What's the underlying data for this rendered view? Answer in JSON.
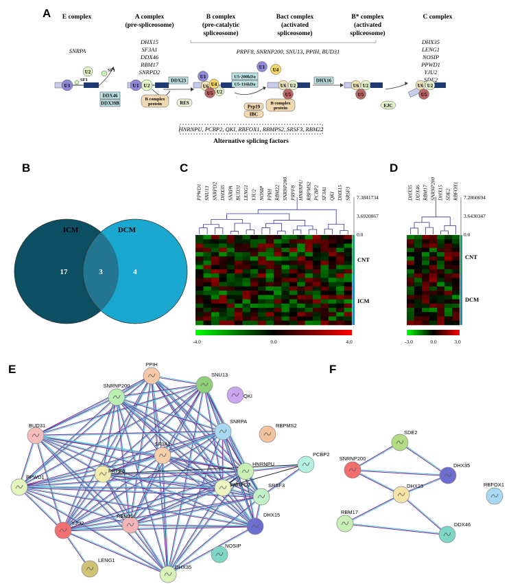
{
  "panels": {
    "A": "A",
    "B": "B",
    "C": "C",
    "D": "D",
    "E": "E",
    "F": "F"
  },
  "panelA": {
    "stages": [
      {
        "title": "E complex",
        "sub": ""
      },
      {
        "title": "A complex",
        "sub": "(pre-spliceosome)"
      },
      {
        "title": "B complex",
        "sub": "(pre-catalytic",
        "sub2": "spliceosome)"
      },
      {
        "title": "Bact complex",
        "sub": "(activated",
        "sub2": "spliceosome)"
      },
      {
        "title": "B* complex",
        "sub": "(activated",
        "sub2": "spliceosome)"
      },
      {
        "title": "C complex",
        "sub": ""
      }
    ],
    "e_genes": [
      "SNRPA"
    ],
    "a_genes": [
      "DHX15",
      "SF3A1",
      "DDX46",
      "RBM17",
      "SNRPD2"
    ],
    "b_genes_line": "PRPF8, SNRNP200, SNU13, PPIH, BUD31",
    "c_genes": [
      "DHX35",
      "LENG1",
      "NOSIP",
      "PPWD1",
      "YJU2",
      "SDE2"
    ],
    "alt_genes": "HNRNPU, PCBP2, QKI, RBFOX1, RBMPS2, SRSF3, RBM22",
    "alt_title": "Alternative splicing factors",
    "labels": {
      "u1": "U1",
      "u2": "U2",
      "u4": "U4",
      "u5": "U5",
      "u6": "U6",
      "sf1": "SF1",
      "ddx46": "DDX46",
      "ddx39b": "DDX39B",
      "ddx23": "DDX23",
      "res": "RES",
      "bprot": "B complex",
      "bprot2": "protein",
      "u5_200": "U5-200kDa",
      "u5_116": "U5-116kDa",
      "prp19": "Prp19",
      "ibc": "IBC",
      "dhx16": "DHX16",
      "ejc": "EJC"
    }
  },
  "panelB": {
    "left_label": "ICM",
    "right_label": "DCM",
    "left_only": "17",
    "overlap": "3",
    "right_only": "4",
    "colors": {
      "left": "#0c4f63",
      "right": "#1aa7d0",
      "overlap": "#22768f"
    }
  },
  "panelC": {
    "genes": [
      "PPWD1",
      "SNU13",
      "SNRPD2",
      "DHX35",
      "SNRPA",
      "BUD31",
      "LENG1",
      "YJU2",
      "NOSIP",
      "PPIH",
      "RBM22",
      "SNRNP200",
      "PRPF8",
      "HNRNPU",
      "RBPMS2",
      "PCBP2",
      "SF3A1",
      "QKI",
      "DHX15",
      "SRSF3"
    ],
    "scale": [
      "7.3841734",
      "3.6920867",
      "0.0"
    ],
    "groups": [
      "CNT",
      "ICM"
    ],
    "colorbar": [
      "-4.0",
      "0.0",
      "4.0"
    ]
  },
  "panelD": {
    "genes": [
      "DHX35",
      "DDX46",
      "RBM17",
      "SNRNP200",
      "DHX15",
      "SDE2",
      "RBFOX1"
    ],
    "scale": [
      "7.2860694",
      "3.6430347",
      "0.0"
    ],
    "groups": [
      "CNT",
      "DCM"
    ],
    "colorbar": [
      "-3.0",
      "0.0",
      "3.0"
    ]
  },
  "panelE": {
    "nodes": [
      {
        "id": "PPIH",
        "color": "#f6c8a8"
      },
      {
        "id": "SNU13",
        "color": "#8fcf7a"
      },
      {
        "id": "QKI",
        "color": "#c9a6ee"
      },
      {
        "id": "SNRNP200",
        "color": "#b9efb0"
      },
      {
        "id": "SNRPA",
        "color": "#a8d8f2"
      },
      {
        "id": "RBPMS2",
        "color": "#f4c29c"
      },
      {
        "id": "BUD31",
        "color": "#f5bcbc"
      },
      {
        "id": "SF3A1",
        "color": "#f6cfa8"
      },
      {
        "id": "PRPF8",
        "color": "#f4ecad"
      },
      {
        "id": "HNRNPU",
        "color": "#c8f0b5"
      },
      {
        "id": "PCBP2",
        "color": "#b2f0e0"
      },
      {
        "id": "PPWD1",
        "color": "#e4f6bd"
      },
      {
        "id": "SNRPD2",
        "color": "#eef5c0"
      },
      {
        "id": "SRSF3",
        "color": "#c2f0c8"
      },
      {
        "id": "YJU2",
        "color": "#f36e6e"
      },
      {
        "id": "RBM22",
        "color": "#f3b5b5"
      },
      {
        "id": "DHX15",
        "color": "#6d6ecf"
      },
      {
        "id": "NOSIP",
        "color": "#7ed6c6"
      },
      {
        "id": "LENG1",
        "color": "#cfc276"
      },
      {
        "id": "DHX35",
        "color": "#d8f2b8"
      }
    ]
  },
  "panelF": {
    "nodes": [
      {
        "id": "SDE2",
        "color": "#b3dc84"
      },
      {
        "id": "SNRNP200",
        "color": "#f36e6e"
      },
      {
        "id": "DHX35",
        "color": "#6d6ecf"
      },
      {
        "id": "DHX15",
        "color": "#f6e3a8"
      },
      {
        "id": "RBFOX1",
        "color": "#a8d8f2"
      },
      {
        "id": "RBM17",
        "color": "#c8f0b5"
      },
      {
        "id": "DDX46",
        "color": "#7ed6c6"
      }
    ]
  }
}
